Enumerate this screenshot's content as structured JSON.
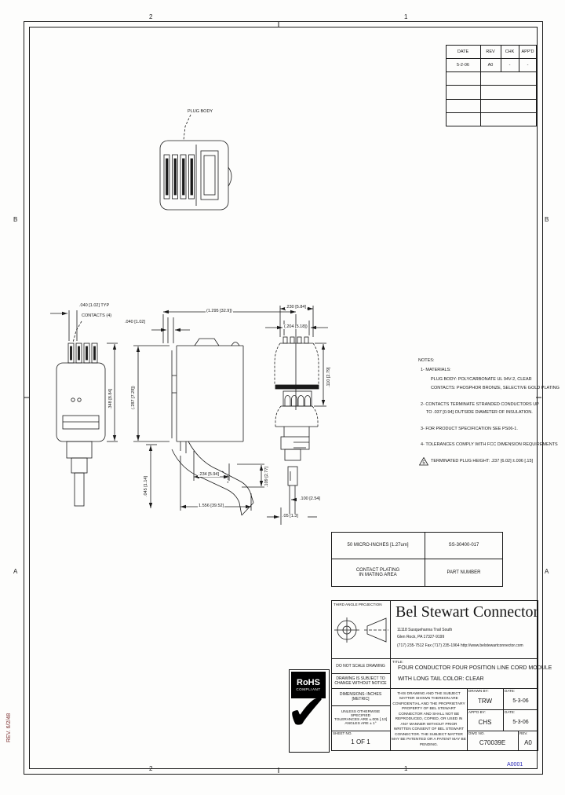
{
  "sheet": {
    "zone_top_left": "2",
    "zone_top_right": "1",
    "zone_bottom_left": "2",
    "zone_bottom_right": "1",
    "zone_left_upper": "B",
    "zone_right_upper": "B",
    "zone_left_lower": "A",
    "zone_right_lower": "A",
    "margin_stamp": "REV. 6/2/48",
    "doc_number": "A0001"
  },
  "revision_table": {
    "headers": [
      "DATE",
      "REV",
      "CHK",
      "APP'D"
    ],
    "rows": [
      [
        "5-2-06",
        "A0",
        "-",
        "-"
      ]
    ]
  },
  "notes": {
    "header": "NOTES:",
    "line1": "1- MATERIALS:",
    "line1a": "PLUG BODY:  POLYCARBONATE UL 94V-2, CLEAR",
    "line1b": "CONTACTS:  PHOSPHOR BRONZE, SELECTIVE GOLD PLATING",
    "line2": "2- CONTACTS TERMINATE STRANDED CONDUCTORS UP",
    "line2a": "TO .037 [0.94] OUTSIDE DIAMETER OF INSULATION.",
    "line3": "3- FOR PRODUCT SPECIFICATION SEE PS06-1.",
    "line4": "4- TOLERANCES COMPLY WITH FCC DIMENSION REQUIREMENTS",
    "line5_flag": "5",
    "line5": "TERMINATED PLUG HEIGHT:  .237 [6.02] ±.006 [.15]"
  },
  "dimensions": {
    "plug_body_callout": "PLUG BODY",
    "front_pitch": ".040 [1.02] TYP",
    "front_contacts": "CONTACTS (4)",
    "front_height": ".348 [8.84]",
    "side_overall": "(1.295 [32.9])",
    "side_lead": ".040 [1.02]",
    "side_height": "(.287 [7.29])",
    "side_latch": ".045 [1.14]",
    "side_tail_width": ".234 [5.94]",
    "side_total_length": "1.556 [39.52]",
    "side_tail_height": ".109 [2.77]",
    "rear_width": ".230 [5.84]",
    "rear_inner_width": "(.204 [5.18])",
    "rear_height": ".110 [2.79]",
    "rear_wire": ".100 [2.54]",
    "rear_bottom": ".05 [1.3]"
  },
  "plating_table": {
    "plating_value": "50 MICRO-INCHES [1.27um]",
    "part_number_value": "SS-30400-017",
    "plating_label_line1": "CONTACT PLATING",
    "plating_label_line2": "IN MATING AREA",
    "part_number_label": "PART NUMBER"
  },
  "title_block": {
    "projection_label": "THIRD ANGLE PROJECTION",
    "company_name": "Bel Stewart Connector",
    "address_line1": "11118 Susquehanna Trail South",
    "address_line2": "Glen Rock, PA  17327-9199",
    "address_line3": "(717) 235-7512   Fax (717) 235-1964     http://www.belstewartconnector.com",
    "no_scale": "DO NOT SCALE DRAWING",
    "change_notice": "DRAWING IS SUBJECT TO CHANGE WITHOUT NOTICE",
    "title_label": "TITLE:",
    "title_line1": "FOUR CONDUCTOR FOUR POSITION LINE CORD MODULE",
    "title_line2": "WITH LONG TAIL  COLOR: CLEAR",
    "dimensions_note": "DIMENSIONS:  INCHES [METRIC]",
    "tolerance_note1": "UNLESS OTHERWISE SPECIFIED",
    "tolerance_note2": "TOLERANCES ARE ±.005 [.13]",
    "tolerance_note3": "ANGLES ARE ± 1°",
    "legal": "THIS DRAWING AND THE SUBJECT MATTER SHOWN THEREON ARE CONFIDENTIAL AND THE PROPRIETARY PROPERTY OF BEL STEWART CONNECTOR AND SHALL NOT BE REPRODUCED, COPIED, OR USED IN ANY MANNER WITHOUT PRIOR WRITTEN CONSENT OF BEL STEWART CONNECTOR. THE SUBJECT MATTER MAY BE PATENTED OR A PATENT MAY BE PENDING.",
    "drawn_label": "DRAWN BY:",
    "drawn_value": "TRW",
    "drawn_date_label": "DATE:",
    "drawn_date_value": "5-3-06",
    "approved_label": "APP'D BY:",
    "approved_value": "CHS",
    "approved_date_label": "DATE:",
    "approved_date_value": "5-3-06",
    "sheet_label": "SHEET NO.",
    "sheet_value": "1 OF 1",
    "dwg_label": "DWG NO.",
    "dwg_value": "C70039E",
    "rev_label": "REV.",
    "rev_value": "A0"
  },
  "rohs": {
    "line1": "RoHS",
    "line2": "COMPLIANT",
    "check": "✔"
  }
}
